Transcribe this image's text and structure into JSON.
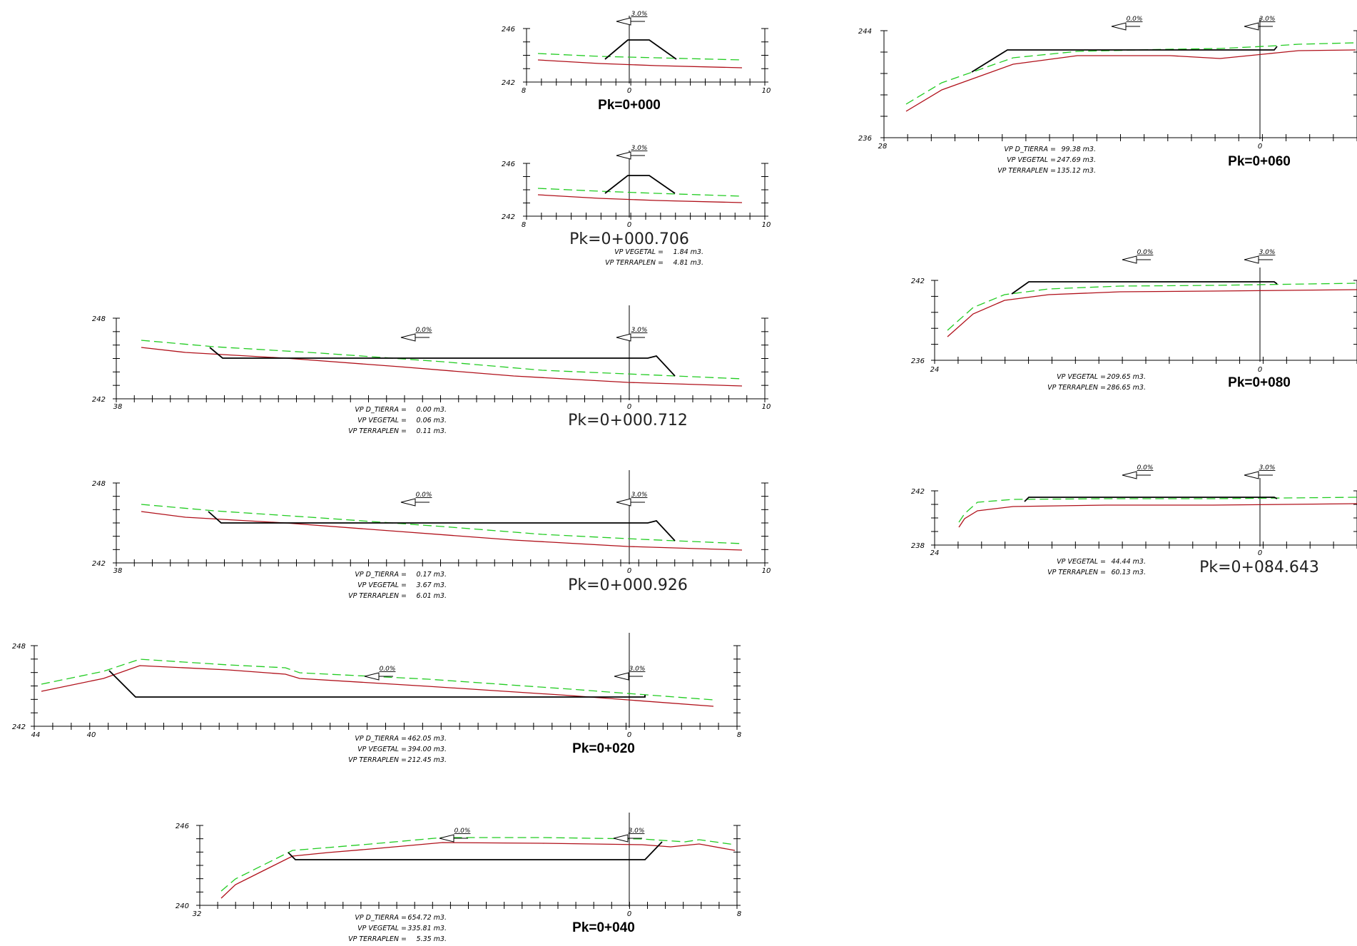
{
  "sections": [
    {
      "id": "pk-0-000",
      "pk_label": "Pk=0+000",
      "pk_style": "bold",
      "y_labels": [
        "246",
        "242"
      ],
      "x_labels": [
        "8",
        "0",
        "10"
      ],
      "slopes": [
        "3.0%"
      ],
      "volumes": []
    },
    {
      "id": "pk-0-000-706",
      "pk_label": "Pk=0+000.706",
      "pk_style": "light",
      "y_labels": [
        "246",
        "242"
      ],
      "x_labels": [
        "8",
        "0",
        "10"
      ],
      "slopes": [
        "3.0%"
      ],
      "volumes": [
        {
          "name": "VP VEGETAL =",
          "value": "1.84 m3."
        },
        {
          "name": "VP TERRAPLEN =",
          "value": "4.81 m3."
        }
      ]
    },
    {
      "id": "pk-0-000-712",
      "pk_label": "Pk=0+000.712",
      "pk_style": "light",
      "y_labels": [
        "248",
        "242"
      ],
      "x_labels": [
        "38",
        "0",
        "10"
      ],
      "slopes": [
        "0.0%",
        "3.0%"
      ],
      "volumes": [
        {
          "name": "VP D_TIERRA =",
          "value": "0.00 m3."
        },
        {
          "name": "VP VEGETAL =",
          "value": "0.06 m3."
        },
        {
          "name": "VP TERRAPLEN =",
          "value": "0.11 m3."
        }
      ]
    },
    {
      "id": "pk-0-000-926",
      "pk_label": "Pk=0+000.926",
      "pk_style": "light",
      "y_labels": [
        "248",
        "242"
      ],
      "x_labels": [
        "38",
        "0",
        "10"
      ],
      "slopes": [
        "0.0%",
        "3.0%"
      ],
      "volumes": [
        {
          "name": "VP D_TIERRA =",
          "value": "0.17 m3."
        },
        {
          "name": "VP VEGETAL =",
          "value": "3.67 m3."
        },
        {
          "name": "VP TERRAPLEN =",
          "value": "6.01 m3."
        }
      ]
    },
    {
      "id": "pk-0-020",
      "pk_label": "Pk=0+020",
      "pk_style": "bold",
      "y_labels": [
        "248",
        "242"
      ],
      "x_labels": [
        "44",
        "40",
        "0",
        "8"
      ],
      "slopes": [
        "0.0%",
        "3.0%"
      ],
      "volumes": [
        {
          "name": "VP D_TIERRA =",
          "value": "462.05 m3."
        },
        {
          "name": "VP VEGETAL =",
          "value": "394.00 m3."
        },
        {
          "name": "VP TERRAPLEN =",
          "value": "212.45 m3."
        }
      ]
    },
    {
      "id": "pk-0-040",
      "pk_label": "Pk=0+040",
      "pk_style": "bold",
      "y_labels": [
        "246",
        "240"
      ],
      "x_labels": [
        "32",
        "0",
        "8"
      ],
      "slopes": [
        "0.0%",
        "3.0%"
      ],
      "volumes": [
        {
          "name": "VP D_TIERRA =",
          "value": "654.72 m3."
        },
        {
          "name": "VP VEGETAL =",
          "value": "335.81 m3."
        },
        {
          "name": "VP TERRAPLEN =",
          "value": "5.35 m3."
        }
      ]
    },
    {
      "id": "pk-0-060",
      "pk_label": "Pk=0+060",
      "pk_style": "bold",
      "y_labels": [
        "244",
        "236"
      ],
      "x_labels": [
        "28",
        "0"
      ],
      "slopes": [
        "0.0%",
        "3.0%"
      ],
      "volumes": [
        {
          "name": "VP D_TIERRA =",
          "value": "99.38 m3."
        },
        {
          "name": "VP VEGETAL =",
          "value": "247.69 m3."
        },
        {
          "name": "VP TERRAPLEN =",
          "value": "135.12 m3."
        }
      ]
    },
    {
      "id": "pk-0-080",
      "pk_label": "Pk=0+080",
      "pk_style": "bold",
      "y_labels": [
        "242",
        "236"
      ],
      "x_labels": [
        "24",
        "0"
      ],
      "slopes": [
        "0.0%",
        "3.0%"
      ],
      "volumes": [
        {
          "name": "VP VEGETAL =",
          "value": "209.65 m3."
        },
        {
          "name": "VP TERRAPLEN =",
          "value": "286.65 m3."
        }
      ]
    },
    {
      "id": "pk-0-084-643",
      "pk_label": "Pk=0+084.643",
      "pk_style": "light",
      "y_labels": [
        "242",
        "238"
      ],
      "x_labels": [
        "24",
        "0"
      ],
      "slopes": [
        "0.0%",
        "3.0%"
      ],
      "volumes": [
        {
          "name": "VP VEGETAL =",
          "value": "44.44 m3."
        },
        {
          "name": "VP TERRAPLEN =",
          "value": "60.13 m3."
        }
      ]
    }
  ],
  "colors": {
    "terrain_line": "#b0101a",
    "vegetal_line": "#22cc22",
    "road_line": "#000000"
  }
}
